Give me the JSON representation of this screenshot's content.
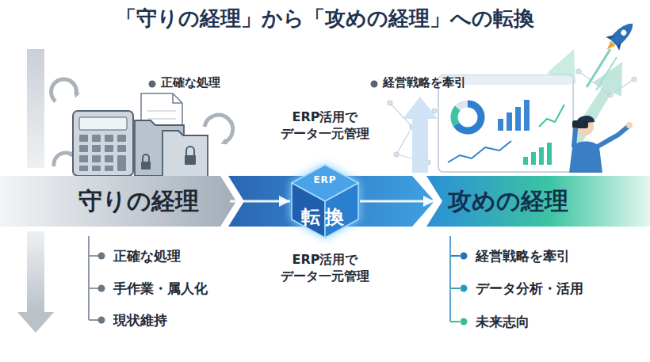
{
  "diagram": {
    "title": "「守りの経理」から「攻めの経理」への転換",
    "nodes": [
      {
        "text": [
          "守りの経理"
        ]
      },
      {
        "text": [
          "ERP",
          "転換"
        ]
      },
      {
        "text": [
          "攻めの経理"
        ]
      }
    ],
    "edges": [
      {
        "from": 0,
        "to": 1,
        "arrow": "to"
      },
      {
        "from": 1,
        "to": 2,
        "arrow": "to"
      }
    ],
    "labels": [
      "正確な処理",
      "ERP活用で データ一元管理",
      "経営戦略を牽引",
      "ERP活用で データ一元管理",
      "正確な処理",
      "手作業・属人化",
      "現状維持",
      "経営戦略を牽引",
      "データ分析・活用",
      "未来志向"
    ]
  }
}
